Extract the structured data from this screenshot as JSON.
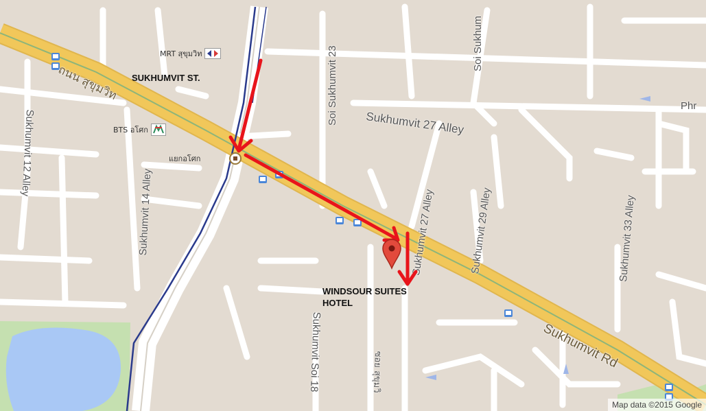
{
  "map": {
    "streets": {
      "thai_road": "ถนน สุขุมวิท",
      "sukhumvit_rd": "Sukhumvit Rd",
      "soi_23": "Soi Sukhumvit 23",
      "soi_sukhum_top": "Soi Sukhum",
      "alley_27_h": "Sukhumvit 27 Alley",
      "alley_27_v": "Sukhumvit 27 Alley",
      "alley_29": "Sukhumvit 29 Alley",
      "alley_33": "Sukhumvit 33 Alley",
      "alley_14": "Sukhumvit 14 Alley",
      "alley_12": "Sukhumvit 12 Alley",
      "soi_18": "Sukhumvit Soi 18",
      "thai_soi": "ซอย สุขุมวิ",
      "phr": "Phr"
    },
    "stations": {
      "mrt": "MRT สุขุมวิท",
      "bts": "BTS อโศก",
      "junction": "แยกอโศก"
    },
    "annotations": {
      "street_label": "SUKHUMVIT ST.",
      "hotel_line1": "WINDSOUR SUITES",
      "hotel_line2": "HOTEL"
    },
    "attribution": "Map data ©2015 Google",
    "colors": {
      "land": "#e3dbd1",
      "main_road": "#f1c75a",
      "street": "#ffffff",
      "water": "#a9c8f5",
      "park": "#c5e0b0",
      "arrow": "#e8141b",
      "marker": "#e24a3c",
      "rail": "#2a3a8c"
    },
    "icons": [
      "mrt-logo-icon",
      "bts-logo-icon",
      "junction-icon",
      "bus-stop-icon",
      "map-pin-icon",
      "route-arrow-icon"
    ]
  }
}
